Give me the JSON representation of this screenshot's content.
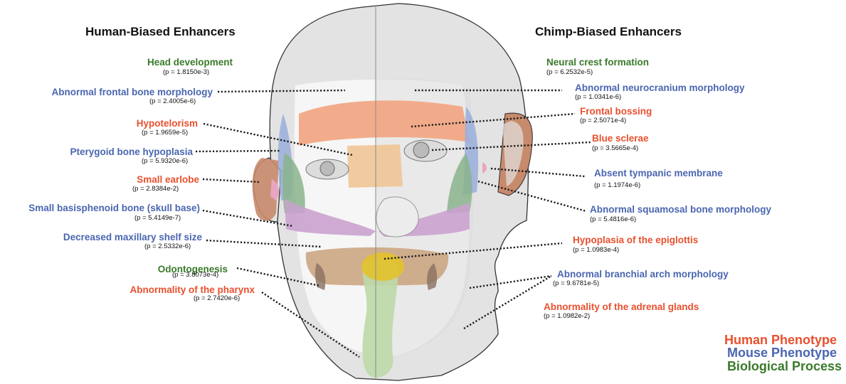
{
  "titles": {
    "left": "Human-Biased Enhancers",
    "right": "Chimp-Biased Enhancers"
  },
  "colors": {
    "human_phenotype": "#e8502e",
    "mouse_phenotype": "#4a66b0",
    "biological_process": "#3a7a2a"
  },
  "left_terms": [
    {
      "label": "Head development",
      "p": "(p = 1.8150e-3)",
      "category": "biological_process"
    },
    {
      "label": "Abnormal frontal bone morphology",
      "p": "(p = 2.4005e-6)",
      "category": "mouse_phenotype"
    },
    {
      "label": "Hypotelorism",
      "p": "(p = 1.9659e-5)",
      "category": "human_phenotype"
    },
    {
      "label": "Pterygoid bone hypoplasia",
      "p": "(p = 5.9320e-6)",
      "category": "mouse_phenotype"
    },
    {
      "label": "Small earlobe",
      "p": "(p = 2.8384e-2)",
      "category": "human_phenotype"
    },
    {
      "label": "Small basisphenoid bone (skull base)",
      "p": "(p = 5.4149e-7)",
      "category": "mouse_phenotype"
    },
    {
      "label": "Decreased maxillary shelf size",
      "p": "(p = 2.5332e-6)",
      "category": "mouse_phenotype"
    },
    {
      "label": "Odontogenesis",
      "p": "(p = 3.8073e-4)",
      "category": "biological_process"
    },
    {
      "label": "Abnormality of the pharynx",
      "p": "(p = 2.7420e-6)",
      "category": "human_phenotype"
    }
  ],
  "right_terms": [
    {
      "label": "Neural crest formation",
      "p": "(p = 6.2532e-5)",
      "category": "biological_process"
    },
    {
      "label": "Abnormal neurocranium morphology",
      "p": "(p = 1.0341e-6)",
      "category": "mouse_phenotype"
    },
    {
      "label": "Frontal bossing",
      "p": "(p = 2.5071e-4)",
      "category": "human_phenotype"
    },
    {
      "label": "Blue sclerae",
      "p": "(p = 3.5665e-4)",
      "category": "human_phenotype"
    },
    {
      "label": "Absent tympanic membrane",
      "p": "(p = 1.1974e-6)",
      "category": "mouse_phenotype"
    },
    {
      "label": "Abnormal squamosal bone morphology",
      "p": "(p = 5.4816e-6)",
      "category": "mouse_phenotype"
    },
    {
      "label": "Hypoplasia of the epiglottis",
      "p": "(p = 1.0983e-4)",
      "category": "human_phenotype"
    },
    {
      "label": "Abnormal branchial arch morphology",
      "p": "(p = 9.6781e-5)",
      "category": "mouse_phenotype"
    },
    {
      "label": "Abnormality of the adrenal glands",
      "p": "(p = 1.0982e-2)",
      "category": "human_phenotype"
    }
  ],
  "legend": {
    "human_phenotype": "Human Phenotype",
    "mouse_phenotype": "Mouse Phenotype",
    "biological_process": "Biological Process"
  }
}
